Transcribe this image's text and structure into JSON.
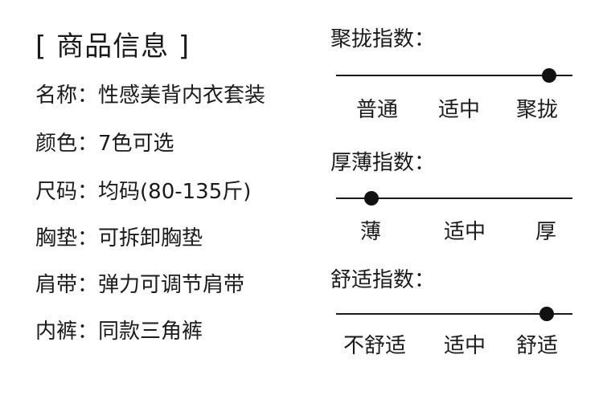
{
  "title": "[ 商品信息 ]",
  "info": [
    {
      "label": "名称：",
      "value": "性感美背内衣套装"
    },
    {
      "label": "颜色：",
      "value": "7色可选"
    },
    {
      "label": "尺码：",
      "value": "均码(80-135斤)"
    },
    {
      "label": "胸垫：",
      "value": "可拆卸胸垫"
    },
    {
      "label": "肩带：",
      "value": "弹力可调节肩带"
    },
    {
      "label": "内裤：",
      "value": "同款三角裤"
    }
  ],
  "gauges": [
    {
      "label": "聚拢指数：",
      "options": [
        "普通",
        "适中",
        "聚拢"
      ],
      "level": 0.9
    },
    {
      "label": "厚薄指数：",
      "options": [
        "薄",
        "适中",
        "厚"
      ],
      "level": 0.15
    },
    {
      "label": "舒适指数：",
      "options": [
        "不舒适",
        "适中",
        "舒适"
      ],
      "level": 0.89
    }
  ]
}
